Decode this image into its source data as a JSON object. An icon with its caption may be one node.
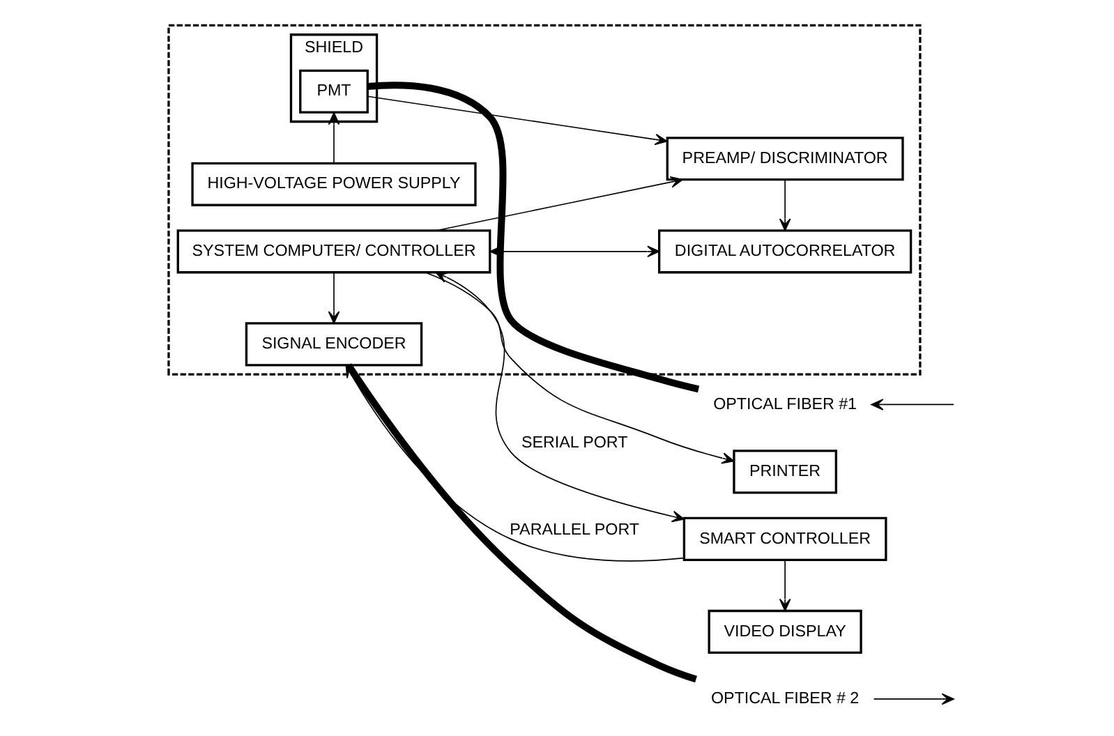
{
  "diagram": {
    "nodes": [
      {
        "text": [],
        "shape": "box"
      },
      {
        "text": [
          "OPTICAL FIBER #1"
        ]
      },
      {
        "text": [
          "SHIELD"
        ],
        "in": 0
      },
      {
        "text": [
          "PMT"
        ],
        "in": 2
      },
      {
        "text": [
          "PREAMP/ DISCRIMINATOR"
        ],
        "in": 0
      },
      {
        "text": [
          "VIDEO DISPLAY"
        ]
      },
      {
        "text": [
          "HIGH-VOLTAGE POWER SUPPLY"
        ],
        "in": 0
      },
      {
        "text": [
          "PRINTER"
        ]
      },
      {
        "text": [
          "SYSTEM COMPUTER/ CONTROLLER"
        ],
        "in": 0
      },
      {
        "text": [
          "DIGITAL AUTOCORRELATOR"
        ],
        "in": 0
      },
      {
        "text": [
          "SMART CONTROLLER"
        ]
      },
      {
        "text": [
          "OPTICAL FIBER # 2"
        ]
      },
      {
        "text": [
          "SIGNAL ENCODER"
        ],
        "in": 0
      }
    ],
    "edges": [
      {
        "from": null,
        "to": 1,
        "arrow": "to"
      },
      {
        "from": 1,
        "to": 3,
        "arrow": "none",
        "style": "thick"
      },
      {
        "from": 3,
        "to": 4,
        "arrow": "to"
      },
      {
        "from": 6,
        "to": 3,
        "arrow": "to"
      },
      {
        "from": 8,
        "to": 4,
        "arrow": "to"
      },
      {
        "from": 8,
        "to": 7,
        "arrow": "to"
      },
      {
        "from": 4,
        "to": 9,
        "arrow": "to"
      },
      {
        "from": 8,
        "to": 9,
        "arrow": "both"
      },
      {
        "from": 10,
        "to": 5,
        "arrow": "to"
      },
      {
        "from": 8,
        "to": 10,
        "arrow": "both",
        "label": "SERIAL PORT"
      },
      {
        "from": 10,
        "to": 12,
        "arrow": "to",
        "label": "PARALLEL PORT"
      },
      {
        "from": 8,
        "to": 12,
        "arrow": "to"
      },
      {
        "from": 12,
        "to": 11,
        "arrow": "none",
        "style": "thick"
      },
      {
        "from": 11,
        "to": null,
        "arrow": "to"
      }
    ]
  }
}
